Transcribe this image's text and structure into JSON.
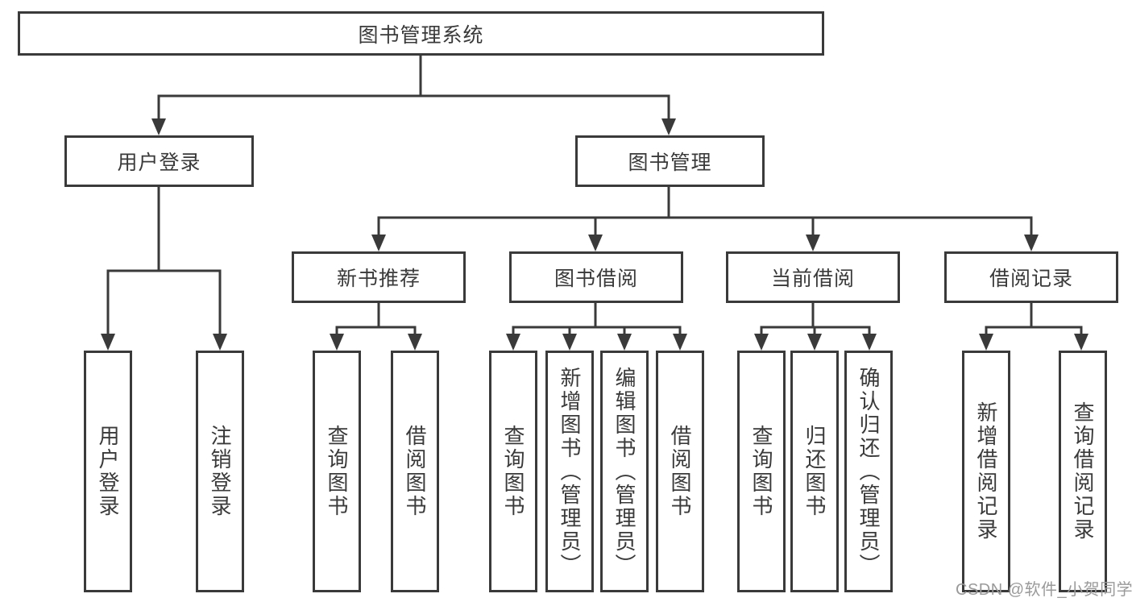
{
  "diagram": {
    "root": {
      "label": "图书管理系统"
    },
    "branches": [
      {
        "label": "用户登录",
        "children": [
          {
            "label": "用户登录"
          },
          {
            "label": "注销登录"
          }
        ]
      },
      {
        "label": "图书管理",
        "children": [
          {
            "label": "新书推荐",
            "children": [
              {
                "label": "查询图书"
              },
              {
                "label": "借阅图书"
              }
            ]
          },
          {
            "label": "图书借阅",
            "children": [
              {
                "label": "查询图书"
              },
              {
                "label": "新增图书（管理员）"
              },
              {
                "label": "编辑图书（管理员）"
              },
              {
                "label": "借阅图书"
              }
            ]
          },
          {
            "label": "当前借阅",
            "children": [
              {
                "label": "查询图书"
              },
              {
                "label": "归还图书"
              },
              {
                "label": "确认归还（管理员）"
              }
            ]
          },
          {
            "label": "借阅记录",
            "children": [
              {
                "label": "新增借阅记录"
              },
              {
                "label": "查询借阅记录"
              }
            ]
          }
        ]
      }
    ]
  },
  "watermark": {
    "text": "CSDN @软件_小贺同学"
  },
  "colors": {
    "line": "#3a3a3a",
    "text": "#3a3a3a",
    "watermark": "#9a9a9a",
    "background": "#ffffff"
  }
}
